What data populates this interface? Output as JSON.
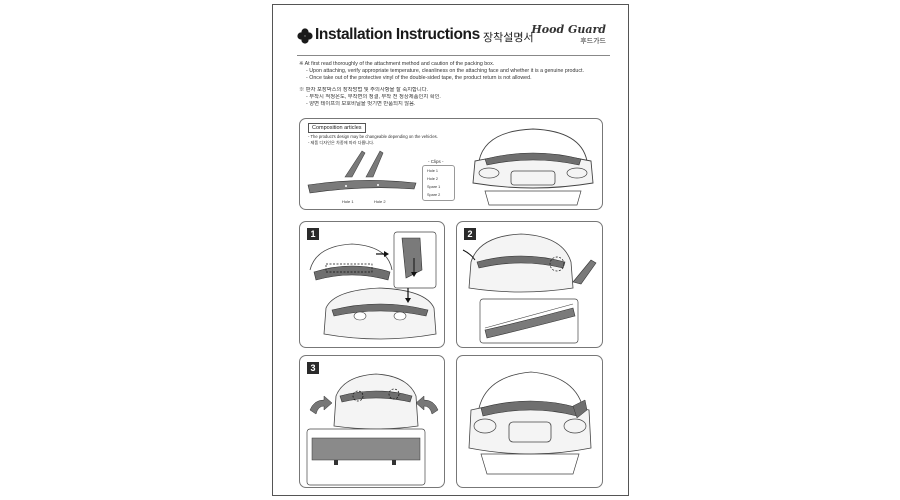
{
  "header": {
    "title": "Installation Instructions",
    "title_ko": "장착설명서",
    "brand": "Hood Guard",
    "brand_ko": "후드가드"
  },
  "notes": {
    "en_lead": "※ At first read thoroughly of the attachment method and caution of the packing box.",
    "en_items": [
      "- Upon attaching, verify appropriate temperature, cleanliness on the attaching face and whether it is a genuine product.",
      "- Once take out of the protective vinyl of the double-sided tape, the product return is not allowed."
    ],
    "ko_lead": "※ 판자 포장박스의 장착방법 및 주의사항을 잘 숙지합니다.",
    "ko_items": [
      "- 부착시 적정온도, 부착면의 청결, 부착 전 정상제품인지 확인.",
      "- 양면 테이프의 보호비닐을 벗기면 반품되지 않음."
    ]
  },
  "composition": {
    "label": "Composition articles",
    "note_en": "- The product's design may be changeable depending on the vehicles.",
    "note_ko": "- 제품 디자인은 차종에 따라 다릅니다.",
    "clips_title": "- Clips -",
    "clips": [
      "Hole 1",
      "Hole 2",
      "Spare 1",
      "Spare 2"
    ],
    "hole_labels": [
      "Hole 1",
      "Hole 2"
    ]
  },
  "steps": [
    "1",
    "2",
    "3"
  ],
  "colors": {
    "frame": "#555555",
    "panel_border": "#777777",
    "guard_fill": "#6f6f6f",
    "badge": "#2a2a2a"
  }
}
